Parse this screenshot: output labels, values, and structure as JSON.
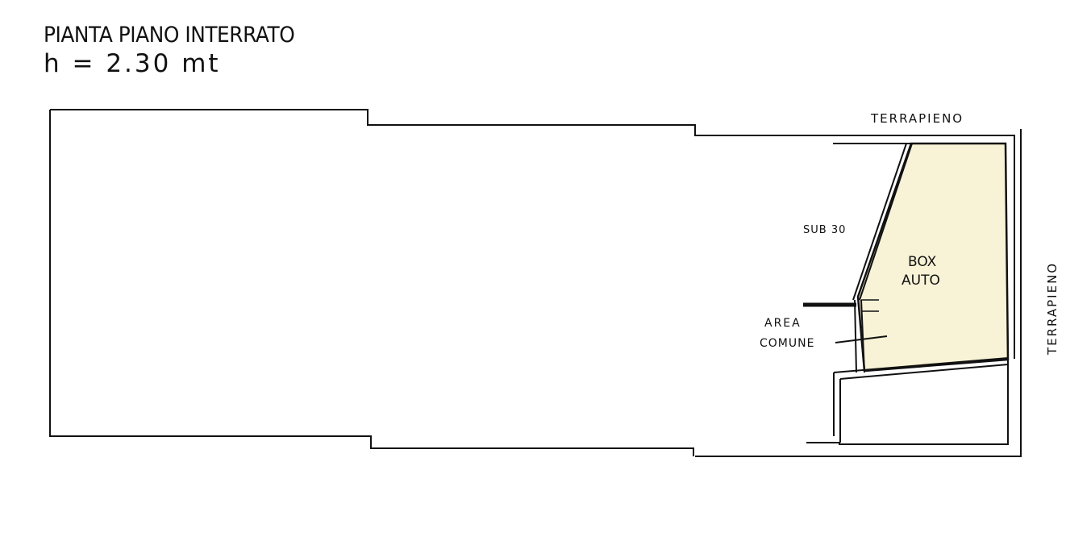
{
  "title": {
    "line1": "PIANTA PIANO INTERRATO",
    "line2": "h = 2.30 mt"
  },
  "labels": {
    "terrapieno_top": "TERRAPIENO",
    "terrapieno_side": "TERRAPIENO",
    "sub": "SUB 30",
    "box_line1": "BOX",
    "box_line2": "AUTO",
    "area_line1": "AREA",
    "area_line2": "COMUNE"
  },
  "colors": {
    "box_fill": "#f8f2d6",
    "line": "#111111",
    "background": "#ffffff"
  }
}
